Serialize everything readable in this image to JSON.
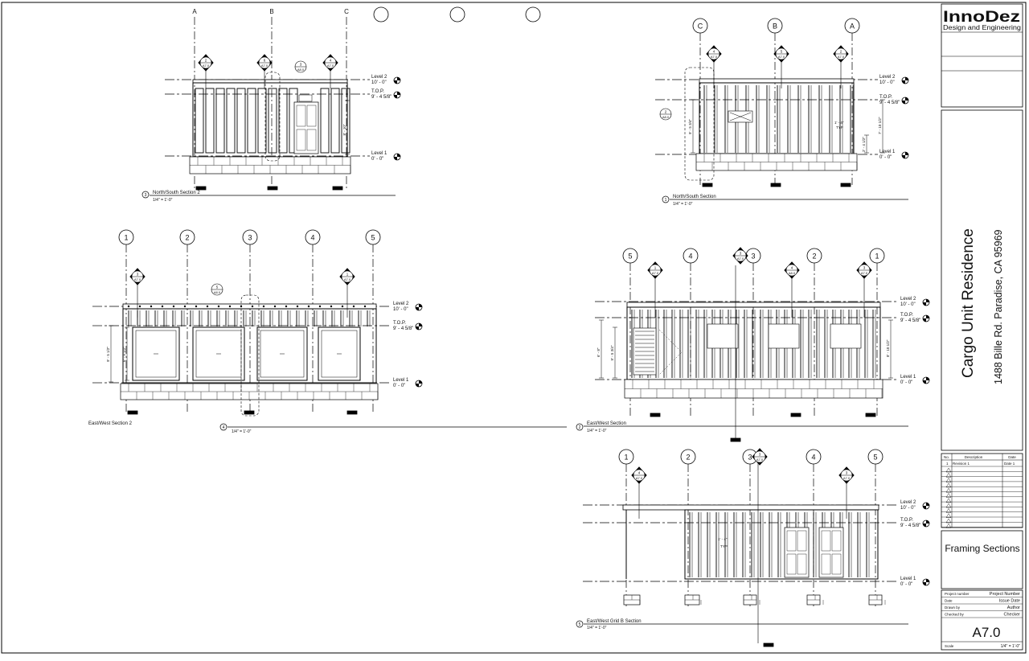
{
  "title_block": {
    "logo_main": "InnoDez",
    "logo_sub": "Design and Engineering",
    "project_name": "Cargo Unit Residence",
    "address": "1488 Bille Rd. Paradise, CA 95969",
    "revisions": {
      "headers": [
        "No.",
        "Description",
        "Date"
      ],
      "rows": [
        [
          "1",
          "Revision 1",
          "Date 1"
        ]
      ]
    },
    "sheet_name": "Framing Sections",
    "fields": [
      {
        "label": "Project number",
        "value": "Project Number"
      },
      {
        "label": "Date",
        "value": "Issue Date"
      },
      {
        "label": "Drawn by",
        "value": "Author"
      },
      {
        "label": "Checked by",
        "value": "Checker"
      }
    ],
    "sheet_number": "A7.0",
    "scale_label": "Scale",
    "scale_value": "1/4\" = 1'-0\""
  },
  "views": [
    {
      "number": "3",
      "title": "North/South Section 2",
      "scale": "1/4\" = 1'-0\""
    },
    {
      "number": "1",
      "title": "North/South Section",
      "scale": "1/4\" = 1'-0\""
    },
    {
      "number": "4",
      "title": "East/West Section 2",
      "scale": "1/4\" = 1'-0\""
    },
    {
      "number": "2",
      "title": "East/West Section",
      "scale": "1/4\" = 1'-0\""
    },
    {
      "number": "5",
      "title": "East/West Grid B Section",
      "scale": "1/4\" = 1'-0\""
    }
  ],
  "levels": {
    "level2": "Level 2",
    "level2_elev": "10' - 0\"",
    "top": "T.O.P.",
    "top_elev": "9' - 4 5/8\"",
    "level1": "Level 1",
    "level1_elev": "0' - 0\""
  },
  "grid_labels": {
    "abc": [
      "A",
      "B",
      "C"
    ],
    "cba": [
      "C",
      "B",
      "A"
    ],
    "n12345": [
      "1",
      "2",
      "3",
      "4",
      "5"
    ],
    "n54321": [
      "5",
      "4",
      "3",
      "2",
      "1"
    ]
  },
  "section_tags": {
    "a70": "A7.0",
    "a80": "A8.0",
    "nums": [
      "1",
      "2",
      "3",
      "4",
      "5",
      "6"
    ]
  },
  "dimensions": {
    "d8_10": "8' - 10\"",
    "d9_5_3_4": "9' - 5 3/4\"",
    "d7_10_1_2": "7' - 10 1/2\"",
    "d2_4_1_2": "2' - 4 1/2\"",
    "d9_5_1_2": "9' - 5 1/2\"",
    "d6_9_1_2": "6' - 9 1/2\"",
    "d6_8": "6' - 8\"",
    "d8_10_1_2": "8' - 10 1/2\"",
    "d1_4": "1' - 4\"",
    "typ": "TYP"
  }
}
